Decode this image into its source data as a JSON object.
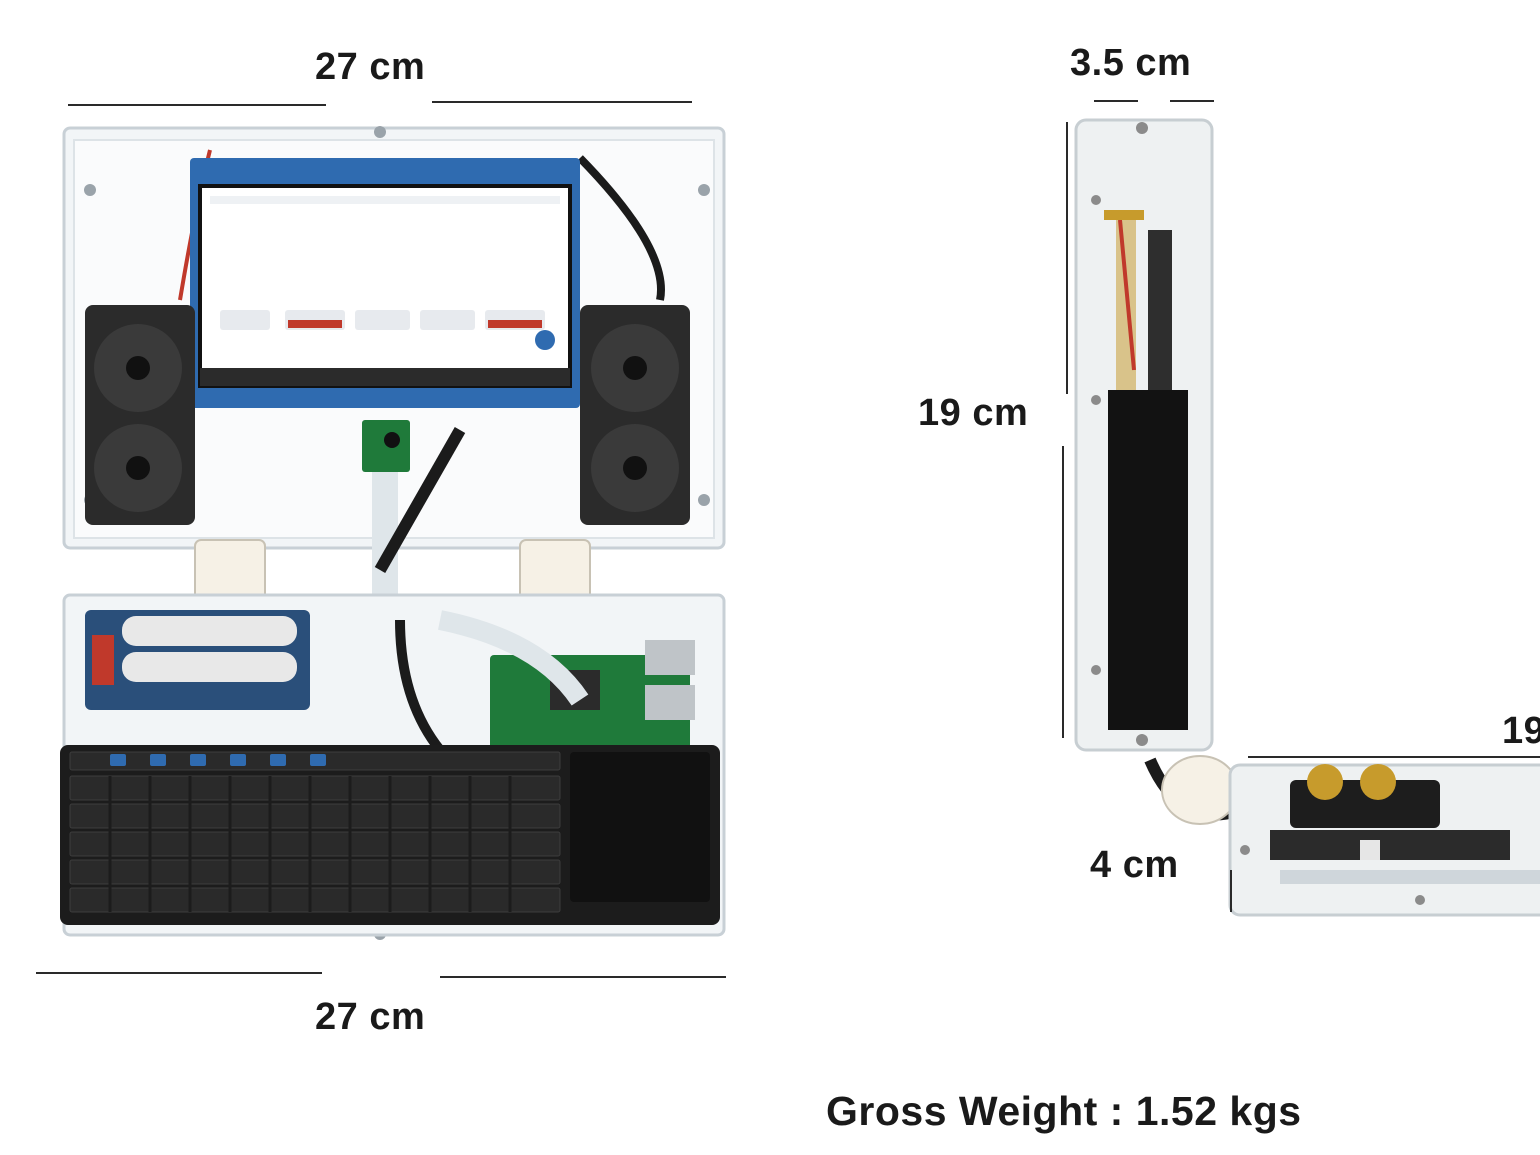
{
  "dimensions": {
    "top_width": "27 cm",
    "bottom_width": "27 cm",
    "side_depth": "3.5 cm",
    "side_height": "19 cm",
    "base_thickness": "4 cm",
    "cut_off_label": "19"
  },
  "weight_label": "Gross Weight : 1.52 kgs",
  "colors": {
    "background": "#ffffff",
    "text": "#1a1a1a",
    "screen_frame": "#2f6bb0",
    "speaker": "#2b2b2b",
    "keyboard": "#1c1c1c",
    "pcb_green": "#1f7a3a",
    "cable_red": "#c0392b"
  },
  "product_photo_1": "laptop-front-view",
  "product_photo_2": "laptop-side-view"
}
